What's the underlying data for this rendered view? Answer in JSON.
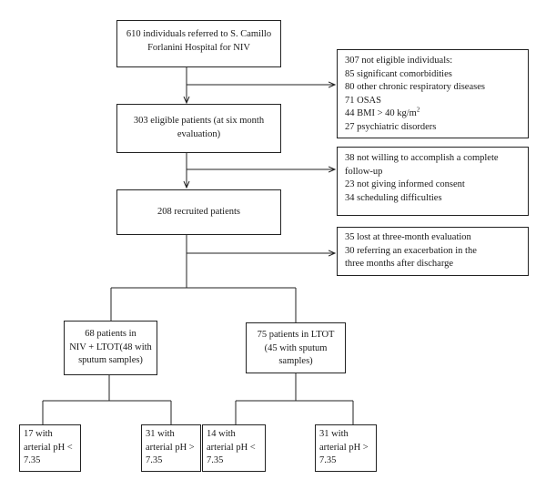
{
  "referred": {
    "lines": [
      "610 individuals referred to S. Camillo",
      "Forlanini Hospital for NIV"
    ]
  },
  "not_eligible": {
    "lines": [
      "307 not eligible individuals:",
      "85 significant comorbidities",
      "80 other chronic respiratory diseases",
      "71 OSAS"
    ],
    "bmi_prefix": "44 BMI > 40 kg/m",
    "bmi_sup": "2",
    "last": "27 psychiatric disorders"
  },
  "eligible": {
    "lines": [
      "303 eligible patients (at six month",
      "evaluation)"
    ]
  },
  "not_willing": {
    "lines": [
      "38 not willing to accomplish a complete",
      "follow-up",
      "23 not giving informed consent",
      "34 scheduling difficulties"
    ]
  },
  "recruited": {
    "lines": [
      "208 recruited patients"
    ]
  },
  "lost": {
    "lines": [
      "35 lost at three-month evaluation",
      "30 referring an exacerbation in the",
      "three months after discharge"
    ]
  },
  "niv_group": {
    "lines": [
      "68 patients in",
      "NIV + LTOT(48 with",
      "sputum samples)"
    ]
  },
  "ltot_group": {
    "lines": [
      "75 patients in LTOT",
      "(45 with sputum",
      "samples)"
    ]
  },
  "leaf1": {
    "lines": [
      "17 with",
      "arterial pH <",
      "7.35"
    ]
  },
  "leaf2": {
    "lines": [
      "31 with",
      "arterial pH >",
      "7.35"
    ]
  },
  "leaf3": {
    "lines": [
      "14 with",
      "arterial pH <",
      "7.35"
    ]
  },
  "leaf4": {
    "lines": [
      "31 with",
      "arterial pH >",
      "7.35"
    ]
  },
  "colors": {
    "line": "#222222",
    "text": "#1a1a1a",
    "background": "#ffffff"
  }
}
